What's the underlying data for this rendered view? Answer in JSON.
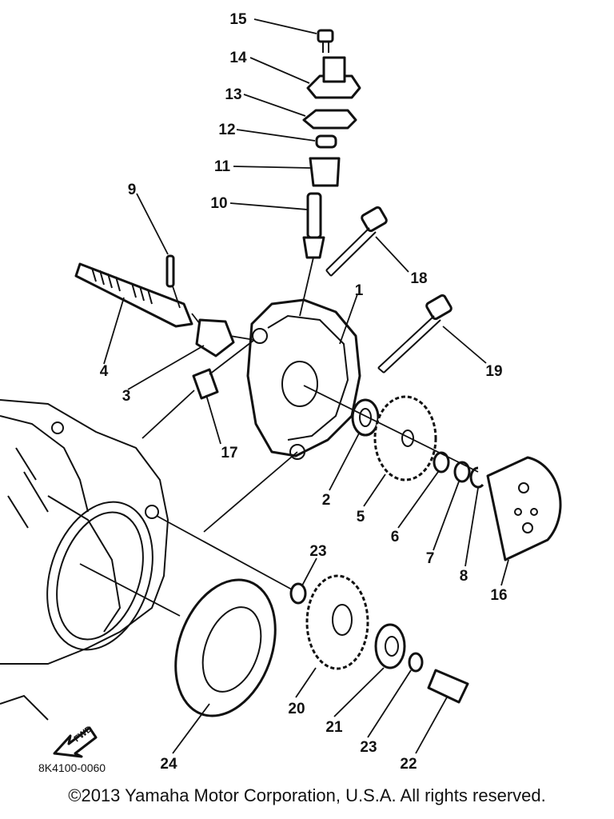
{
  "diagram": {
    "callouts": [
      "1",
      "2",
      "3",
      "4",
      "5",
      "6",
      "7",
      "8",
      "9",
      "10",
      "11",
      "12",
      "13",
      "14",
      "15",
      "16",
      "17",
      "18",
      "19",
      "20",
      "21",
      "22",
      "23",
      "23",
      "24"
    ],
    "drawing_code": "8K4100-0060",
    "fwd_label": "FWD"
  },
  "footer": {
    "copyright": "©2013 Yamaha Motor Corporation, U.S.A. All rights reserved."
  }
}
